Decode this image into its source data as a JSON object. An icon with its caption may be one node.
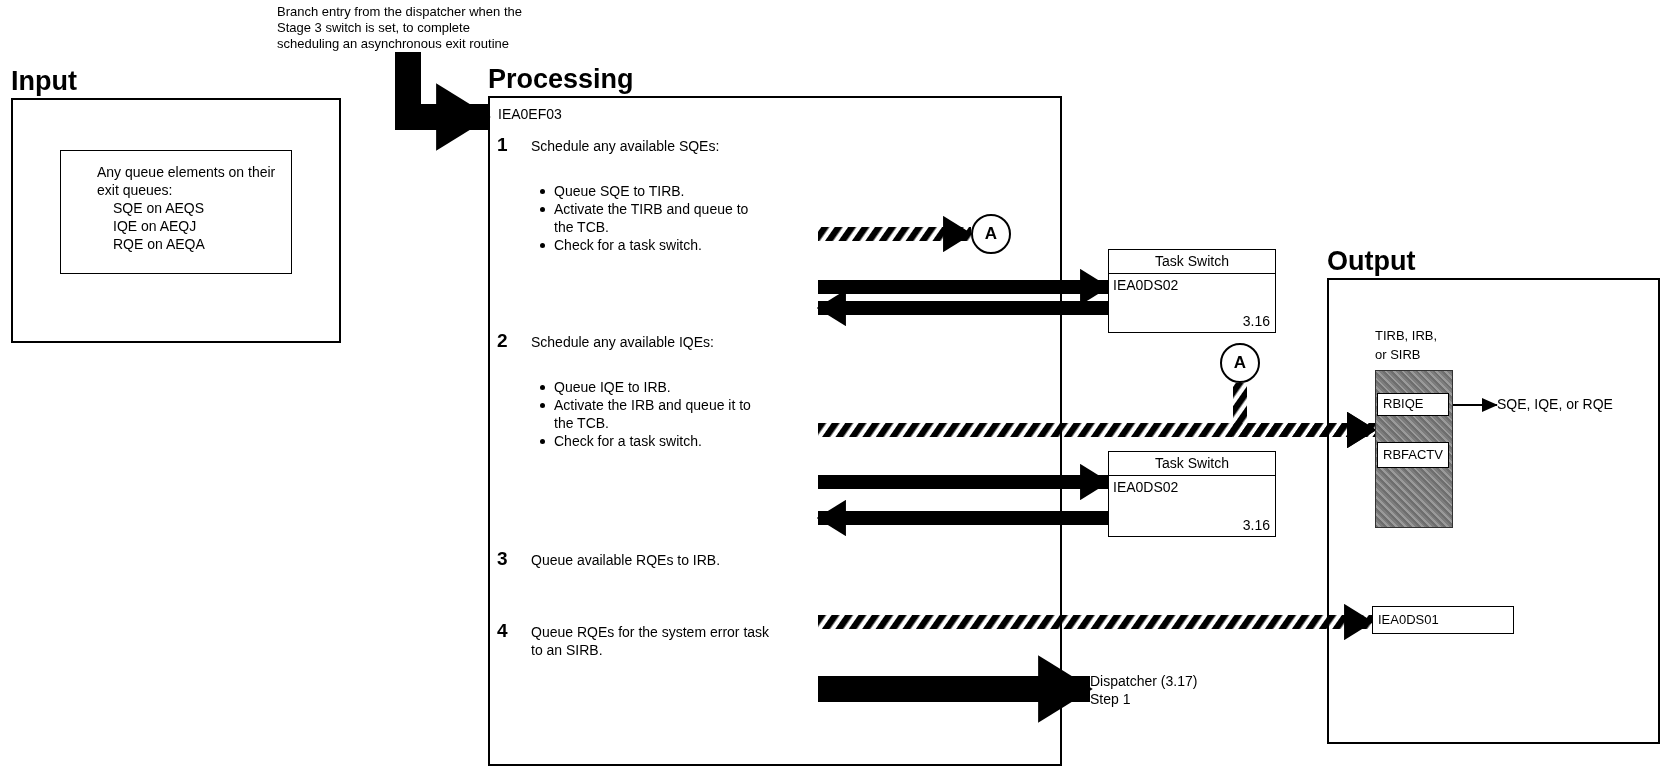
{
  "diagram": {
    "nodes": [
      {
        "text": [
          "Input"
        ]
      },
      {
        "text": [
          "Any queue elements on their exit queues:",
          "SQE on AEQS",
          "IQE on AEQJ",
          "RQE on AEQA"
        ],
        "in": 0
      },
      {
        "text": [
          "Branch entry from the dispatcher when the Stage 3 switch is set, to complete scheduling an asynchronous exit routine"
        ]
      },
      {
        "text": [
          "Processing",
          "IEA0EF03"
        ]
      },
      {
        "text": [
          "1",
          "Schedule any available SQEs:",
          "Queue SQE to TIRB.",
          "Activate the TIRB and queue to the TCB.",
          "Check for a task switch."
        ],
        "in": 3
      },
      {
        "text": [
          "2",
          "Schedule any available IQEs:",
          "Queue IQE to IRB.",
          "Activate the IRB and queue it to the TCB.",
          "Check for a task switch."
        ],
        "in": 3
      },
      {
        "text": [
          "3",
          "Queue available RQEs to IRB."
        ],
        "in": 3
      },
      {
        "text": [
          "4",
          "Queue RQEs for the system error task to an SIRB."
        ],
        "in": 3
      },
      {
        "text": [
          "A"
        ],
        "in": 3
      },
      {
        "text": [
          "Task Switch",
          "IEA0DS02",
          "3.16"
        ]
      },
      {
        "text": [
          "A"
        ]
      },
      {
        "text": [
          "Task Switch",
          "IEA0DS02",
          "3.16"
        ]
      },
      {
        "text": [
          "Dispatcher (3.17) Step 1"
        ]
      },
      {
        "text": [
          "Output"
        ]
      },
      {
        "text": [
          "TIRB, IRB, or SIRB"
        ],
        "in": 13
      },
      {
        "text": [
          "RBIQE"
        ],
        "in": 14
      },
      {
        "text": [
          "RBFACTV"
        ],
        "in": 14
      },
      {
        "text": [
          "SQE, IQE, or RQE"
        ],
        "in": 13
      },
      {
        "text": [
          "IEA0DS01"
        ],
        "in": 13
      }
    ],
    "edges": [
      {
        "from": 2,
        "to": 3,
        "arrow": "to",
        "style": "thick"
      },
      {
        "from": 4,
        "to": 8,
        "arrow": "to",
        "style": "dashed"
      },
      {
        "from": 4,
        "to": 9,
        "arrow": "to"
      },
      {
        "from": 9,
        "to": 4,
        "arrow": "to"
      },
      {
        "from": 5,
        "to": 14,
        "arrow": "to",
        "style": "dashed"
      },
      {
        "from": 10,
        "to": 14,
        "arrow": "to",
        "style": "dashed"
      },
      {
        "from": 5,
        "to": 11,
        "arrow": "to"
      },
      {
        "from": 11,
        "to": 5,
        "arrow": "to"
      },
      {
        "from": 7,
        "to": 18,
        "arrow": "to",
        "style": "dashed"
      },
      {
        "from": 7,
        "to": 12,
        "arrow": "to",
        "style": "thick"
      },
      {
        "from": 15,
        "to": 17,
        "arrow": "to"
      }
    ]
  }
}
